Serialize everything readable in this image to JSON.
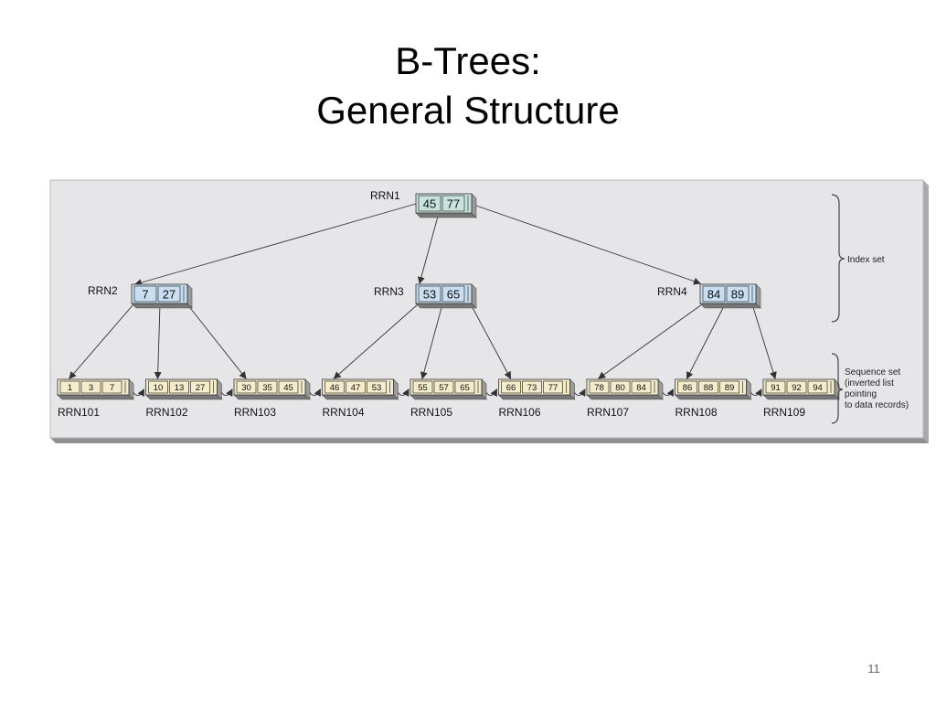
{
  "title": {
    "line1": "B-Trees:",
    "line2": "General Structure"
  },
  "slide_number": "11",
  "colors": {
    "panel": "#e6e6e9",
    "panel_edge": "#b8b8bc",
    "index_node": "#c9def0",
    "index_node_root": "#c8e3dc",
    "leaf_node": "#f4eccb",
    "node_border": "#333333",
    "arrow": "#333333"
  },
  "index_nodes": [
    {
      "id": "root",
      "label": "RRN1",
      "keys": [
        "45",
        "77"
      ]
    },
    {
      "id": "n2",
      "label": "RRN2",
      "keys": [
        "7",
        "27"
      ]
    },
    {
      "id": "n3",
      "label": "RRN3",
      "keys": [
        "53",
        "65"
      ]
    },
    {
      "id": "n4",
      "label": "RRN4",
      "keys": [
        "84",
        "89"
      ]
    }
  ],
  "leaf_nodes": [
    {
      "label": "RRN101",
      "keys": [
        "1",
        "3",
        "7"
      ]
    },
    {
      "label": "RRN102",
      "keys": [
        "10",
        "13",
        "27"
      ]
    },
    {
      "label": "RRN103",
      "keys": [
        "30",
        "35",
        "45"
      ]
    },
    {
      "label": "RRN104",
      "keys": [
        "46",
        "47",
        "53"
      ]
    },
    {
      "label": "RRN105",
      "keys": [
        "55",
        "57",
        "65"
      ]
    },
    {
      "label": "RRN106",
      "keys": [
        "66",
        "73",
        "77"
      ]
    },
    {
      "label": "RRN107",
      "keys": [
        "78",
        "80",
        "84"
      ]
    },
    {
      "label": "RRN108",
      "keys": [
        "86",
        "88",
        "89"
      ]
    },
    {
      "label": "RRN109",
      "keys": [
        "91",
        "92",
        "94"
      ]
    }
  ],
  "brackets": {
    "index_set": "Index set",
    "sequence_set": [
      "Sequence set",
      "(inverted list",
      "pointing",
      "to data records)"
    ]
  }
}
